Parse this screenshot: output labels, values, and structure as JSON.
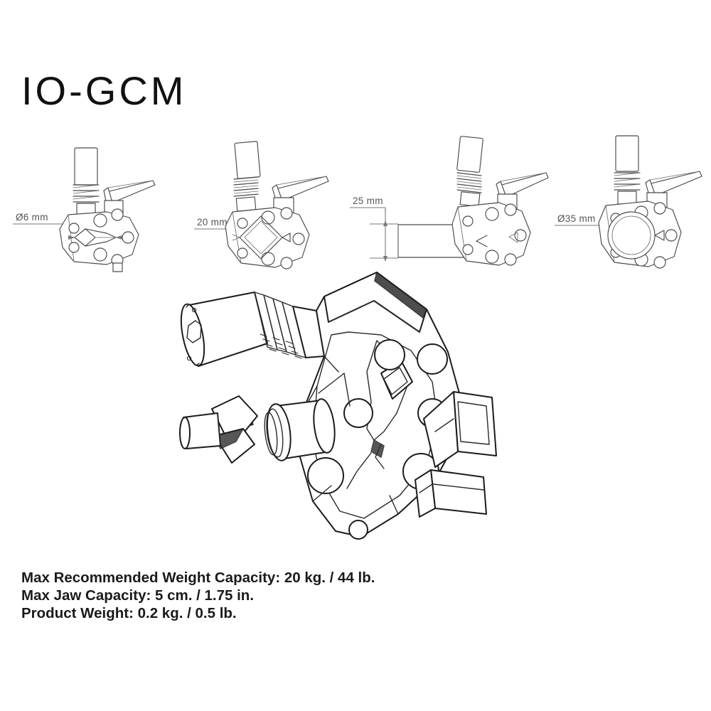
{
  "product": {
    "title": "IO-GCM"
  },
  "figures": {
    "small_views": [
      {
        "id": "view-closed",
        "dimension_label": "Ø6 mm",
        "jaw_state": "closed"
      },
      {
        "id": "view-small-open",
        "dimension_label": "20 mm",
        "jaw_state": "diamond-open"
      },
      {
        "id": "view-tube",
        "dimension_label": "25 mm",
        "jaw_state": "gripping-tube"
      },
      {
        "id": "view-full-open",
        "dimension_label": "Ø35 mm",
        "jaw_state": "fully-open-round"
      }
    ],
    "main_view": {
      "id": "main-isometric",
      "caption": ""
    }
  },
  "specs": [
    "Max Recommended Weight Capacity: 20 kg. / 44 lb.",
    "Max Jaw Capacity: 5 cm. / 1.75 in.",
    "Product Weight: 0.2 kg. / 0.5 lb."
  ],
  "colors": {
    "background": "#ffffff",
    "title_text": "#111111",
    "spec_text": "#1a1a1a",
    "line_art": "#4a4a4a",
    "main_line_art": "#1c1c1c",
    "dimension_line": "#777777"
  }
}
